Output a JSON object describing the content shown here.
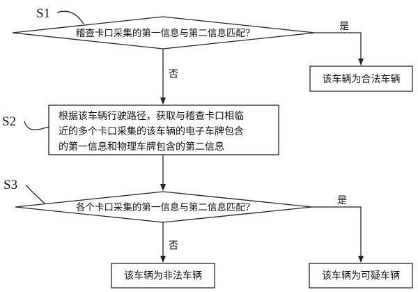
{
  "steps": {
    "s1": "S1",
    "s2": "S2",
    "s3": "S3"
  },
  "decision1": {
    "text": "稽查卡口采集的第一信息与第二信息匹配?",
    "yes": "是",
    "no": "否"
  },
  "result_legal": "该车辆为合法车辆",
  "process_s2": {
    "line1": "根据该车辆行驶路径，获取与稽查卡口相临",
    "line2": "近的多个卡口采集的该车辆的电子车牌包含",
    "line3": "的第一信息和物理车牌包含的第二信息"
  },
  "decision2": {
    "text": "各个卡口采集的第一信息与第二信息匹配?",
    "yes": "是",
    "no": "否"
  },
  "result_illegal": "该车辆为非法车辆",
  "result_suspicious": "该车辆为可疑车辆"
}
